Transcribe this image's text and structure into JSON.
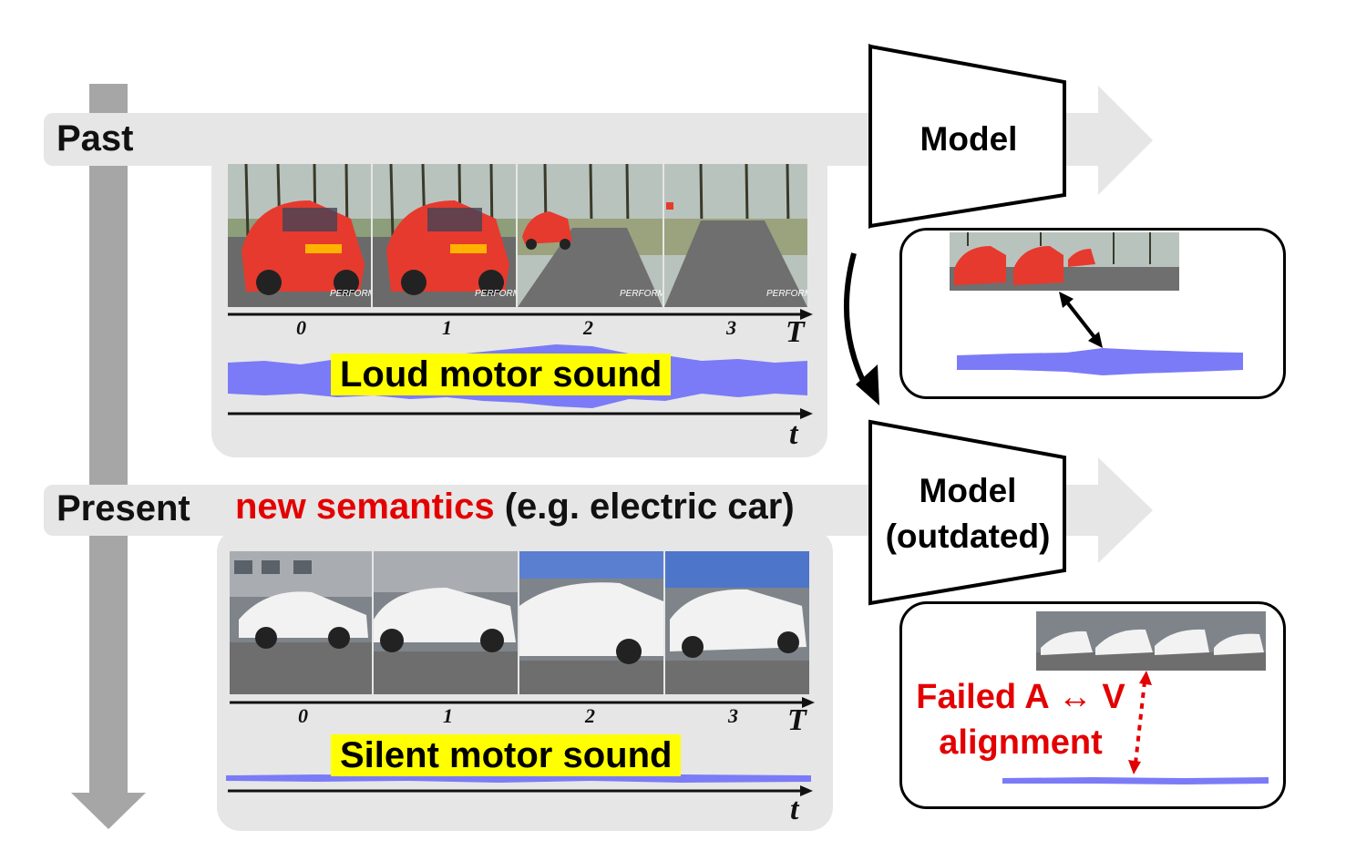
{
  "rows": {
    "past_label": "Past",
    "present_label": "Present"
  },
  "past": {
    "ticks": [
      "0",
      "1",
      "2",
      "3"
    ],
    "frame_axis_label": "T",
    "audio_axis_label": "t",
    "audio_caption": "Loud motor sound",
    "watermark": "PERFORMA"
  },
  "present": {
    "semantics_highlight": "new semantics",
    "semantics_rest": "(e.g. electric car)",
    "ticks": [
      "0",
      "1",
      "2",
      "3"
    ],
    "frame_axis_label": "T",
    "audio_axis_label": "t",
    "audio_caption": "Silent motor sound"
  },
  "models": {
    "past_model": "Model",
    "present_model_line1": "Model",
    "present_model_line2": "(outdated)"
  },
  "inset_present": {
    "failure_line1": "Failed A ↔ V",
    "failure_line2": "alignment"
  },
  "colors": {
    "panel_gray": "#e6e6e6",
    "time_arrow_gray": "#a6a6a6",
    "waveform_blue": "#7b7bf7",
    "caption_yellow": "#ffff00",
    "failure_red": "#e30000",
    "red_car": "#e63a2e",
    "white_car": "#f2f2f2"
  },
  "icons": [
    "double-arrow-icon",
    "dotted-double-arrow-icon",
    "curved-arrow-icon"
  ]
}
